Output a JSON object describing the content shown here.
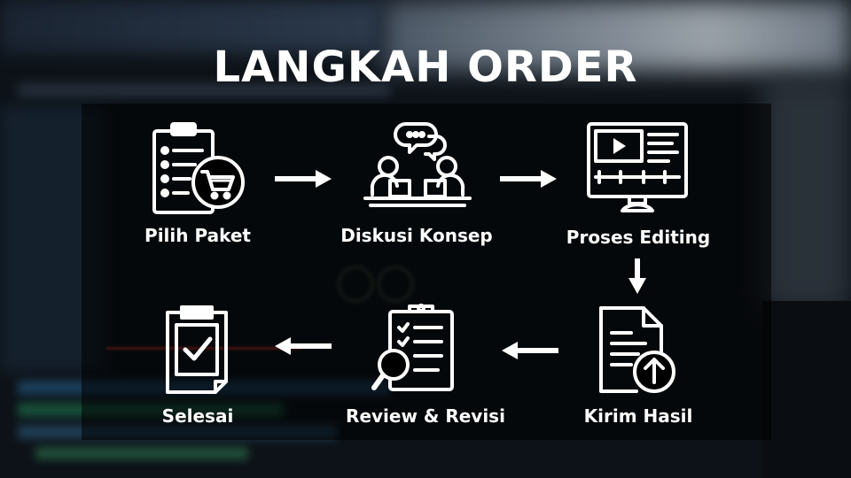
{
  "title": "LANGKAH ORDER",
  "steps": [
    {
      "label": "Pilih Paket",
      "icon": "clipboard-cart-icon"
    },
    {
      "label": "Diskusi Konsep",
      "icon": "discussion-icon"
    },
    {
      "label": "Proses Editing",
      "icon": "video-editing-monitor-icon"
    },
    {
      "label": "Kirim Hasil",
      "icon": "upload-document-icon"
    },
    {
      "label": "Review & Revisi",
      "icon": "checklist-search-icon"
    },
    {
      "label": "Selesai",
      "icon": "checked-clipboard-icon"
    }
  ],
  "colors": {
    "text": "#ffffff",
    "panel": "rgba(0,0,0,0.55)"
  }
}
